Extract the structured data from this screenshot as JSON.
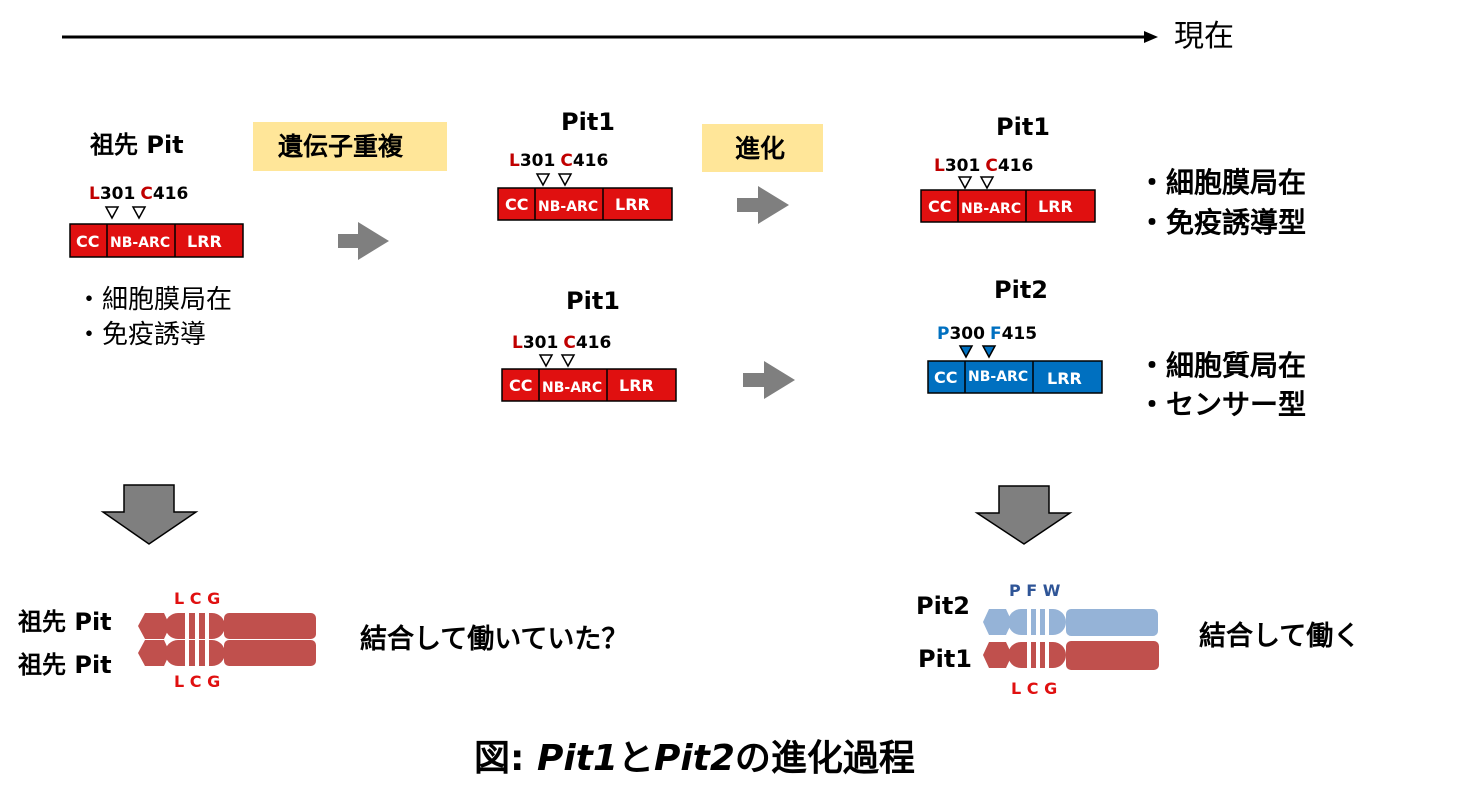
{
  "timeline": {
    "label": "現在"
  },
  "stage1": {
    "title": "祖先 Pit",
    "site1": {
      "letter": "L",
      "num": "301"
    },
    "site2": {
      "letter": "C",
      "num": "416"
    },
    "domains": {
      "cc": "CC",
      "nbarc": "NB-ARC",
      "lrr": "LRR"
    },
    "features": [
      "・細胞膜局在",
      "・免疫誘導"
    ]
  },
  "step1": {
    "label": "遺伝子重複"
  },
  "stage2_top": {
    "title": "Pit1",
    "site1": {
      "letter": "L",
      "num": "301"
    },
    "site2": {
      "letter": "C",
      "num": "416"
    },
    "domains": {
      "cc": "CC",
      "nbarc": "NB-ARC",
      "lrr": "LRR"
    }
  },
  "stage2_bottom": {
    "title": "Pit1",
    "site1": {
      "letter": "L",
      "num": "301"
    },
    "site2": {
      "letter": "C",
      "num": "416"
    },
    "domains": {
      "cc": "CC",
      "nbarc": "NB-ARC",
      "lrr": "LRR"
    }
  },
  "step2": {
    "label": "進化"
  },
  "stage3_top": {
    "title": "Pit1",
    "site1": {
      "letter": "L",
      "num": "301"
    },
    "site2": {
      "letter": "C",
      "num": "416"
    },
    "domains": {
      "cc": "CC",
      "nbarc": "NB-ARC",
      "lrr": "LRR"
    },
    "features": [
      "・細胞膜局在",
      "・免疫誘導型"
    ]
  },
  "stage3_bottom": {
    "title": "Pit2",
    "site1": {
      "letter": "P",
      "num": "300"
    },
    "site2": {
      "letter": "F",
      "num": "415"
    },
    "domains": {
      "cc": "CC",
      "nbarc": "NB-ARC",
      "lrr": "LRR"
    },
    "features": [
      "・細胞質局在",
      "・センサー型"
    ]
  },
  "dimer_left": {
    "top_name": "祖先 Pit",
    "bottom_name": "祖先 Pit",
    "top_residues": "L C G",
    "bottom_residues": "L C G",
    "caption": "結合して働いていた？"
  },
  "dimer_right": {
    "top_name": "Pit2",
    "bottom_name": "Pit1",
    "top_residues": "P F W",
    "bottom_residues": "L C G",
    "caption": "結合して働く"
  },
  "figure_caption": {
    "prefix": "図: ",
    "name1": "Pit1",
    "mid": "と",
    "name2": "Pit2",
    "suffix": "の進化過程"
  },
  "colors": {
    "red": "#e01010",
    "blue": "#0070c0",
    "dimer_red": "#c0504d",
    "dimer_blue": "#95b3d7",
    "highlight": "#ffe699",
    "arrow_gray": "#7f7f7f",
    "site_red": "#c00000",
    "site_blue": "#0070c0",
    "res_blue": "#2f5597"
  }
}
